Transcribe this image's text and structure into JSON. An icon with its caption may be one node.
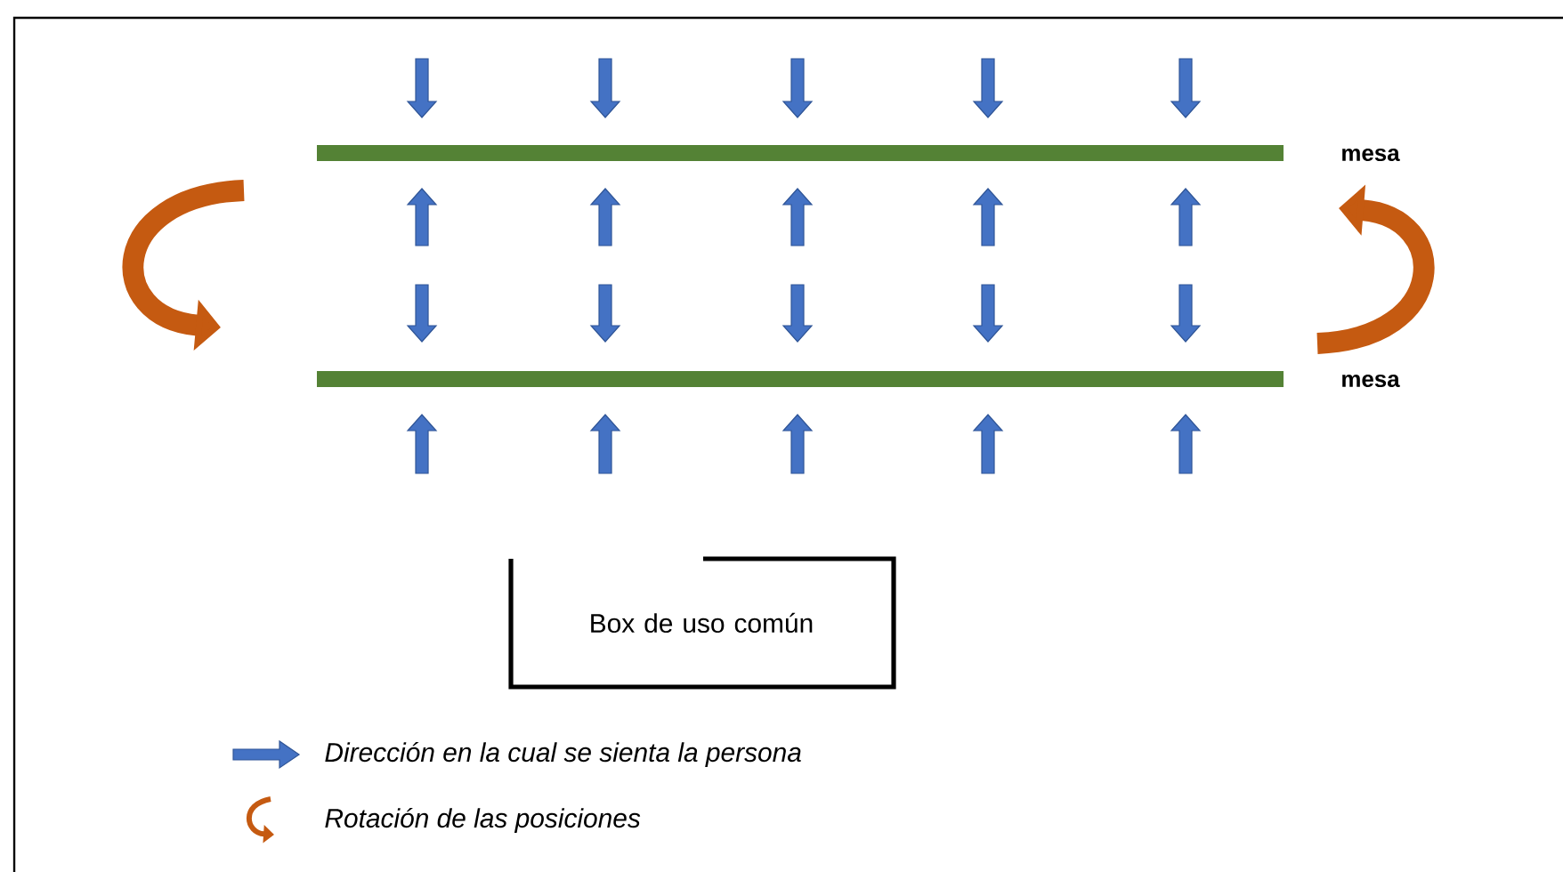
{
  "diagram": {
    "nodes": [
      {
        "text": [],
        "shape": "bar",
        "beside": [
          "mesa"
        ]
      },
      {
        "text": [],
        "shape": "bar",
        "beside": [
          "mesa"
        ]
      },
      {
        "text": [
          "Box de uso común"
        ]
      }
    ],
    "legend": [
      {
        "text": "Dirección en la cual se sienta la persona"
      },
      {
        "text": "Rotación de las posiciones"
      }
    ]
  }
}
